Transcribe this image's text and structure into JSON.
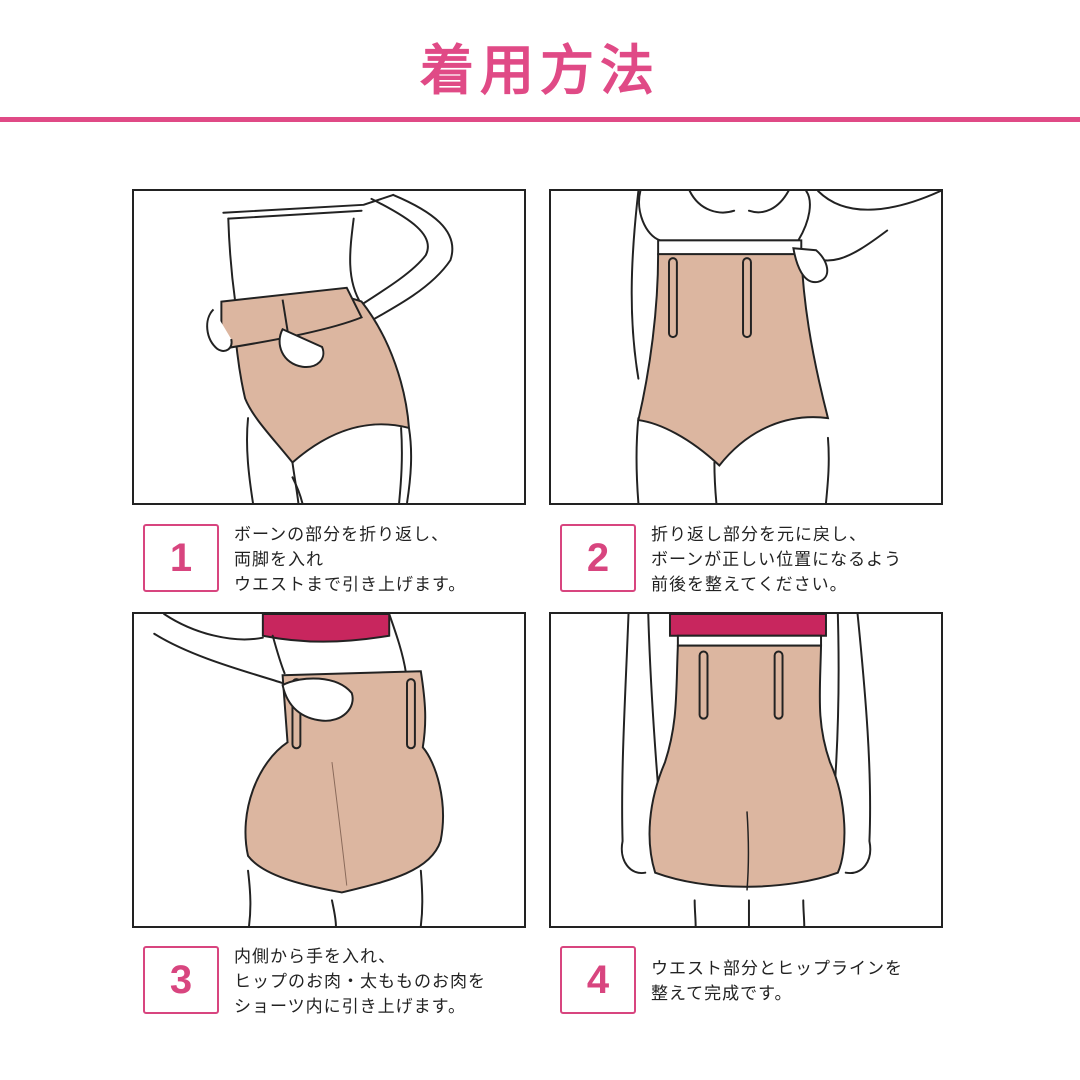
{
  "title": "着用方法",
  "colors": {
    "accent": "#e04a86",
    "garment": "#dcb6a0",
    "bra": "#c8265e"
  },
  "steps": [
    {
      "number": "1",
      "lines": [
        "ボーンの部分を折り返し、",
        "両脚を入れ",
        "ウエストまで引き上げます。"
      ]
    },
    {
      "number": "2",
      "lines": [
        "折り返し部分を元に戻し、",
        "ボーンが正しい位置になるよう",
        "前後を整えてください。"
      ]
    },
    {
      "number": "3",
      "lines": [
        "内側から手を入れ、",
        "ヒップのお肉・太もものお肉を",
        "ショーツ内に引き上げます。"
      ]
    },
    {
      "number": "4",
      "lines": [
        "ウエスト部分とヒップラインを",
        "整えて完成です。"
      ]
    }
  ]
}
